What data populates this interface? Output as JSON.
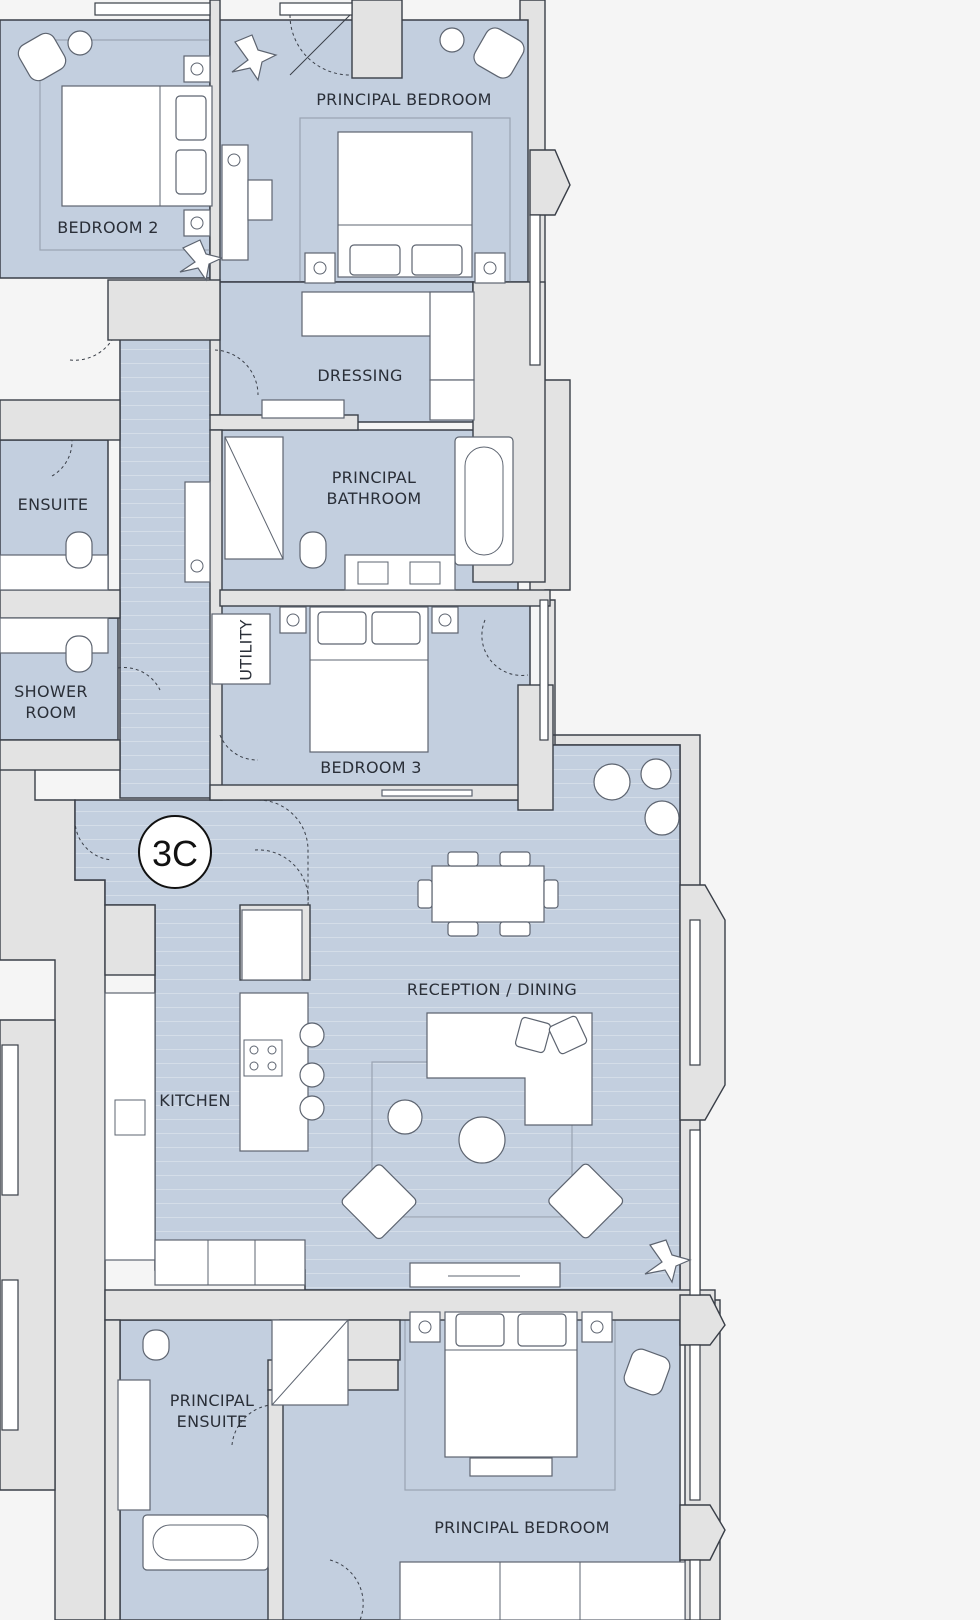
{
  "unit_badge": "3C",
  "rooms": {
    "principal_bedroom_top": "PRINCIPAL BEDROOM",
    "bedroom_2": "BEDROOM 2",
    "dressing": "DRESSING",
    "ensuite": "ENSUITE",
    "principal_bathroom_l1": "PRINCIPAL",
    "principal_bathroom_l2": "BATHROOM",
    "utility": "UTILITY",
    "shower_room_l1": "SHOWER",
    "shower_room_l2": "ROOM",
    "bedroom_3": "BEDROOM 3",
    "reception_dining": "RECEPTION / DINING",
    "kitchen": "KITCHEN",
    "principal_ensuite_l1": "PRINCIPAL",
    "principal_ensuite_l2": "ENSUITE",
    "principal_bedroom_bottom": "PRINCIPAL BEDROOM"
  },
  "colors": {
    "room_fill": "#c3cfdf",
    "wall_fill": "#e3e3e3",
    "line": "#3a3f48",
    "background": "#f5f5f5"
  }
}
